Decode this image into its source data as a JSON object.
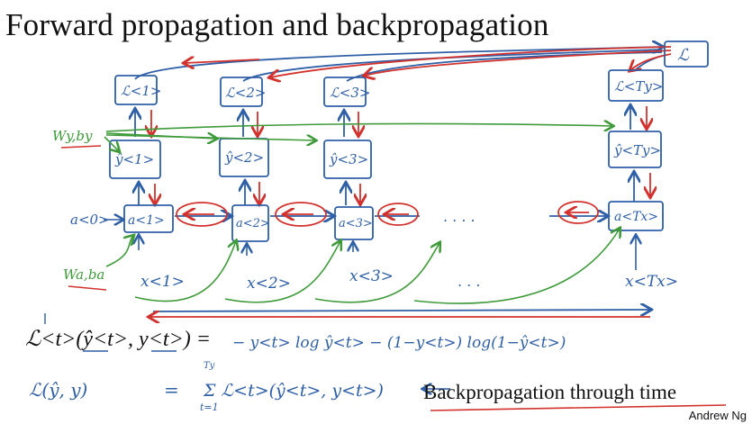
{
  "title": "Forward propagation and backpropagation",
  "credit": "Andrew Ng",
  "bptt_label": "Backpropagation through time",
  "typed_formula": "ℒ<t>(ŷ<t>, y<t>) =",
  "handwriting": {
    "loss_total": "ℒ",
    "losses": [
      "ℒ<1>",
      "ℒ<2>",
      "ℒ<3>",
      "ℒ<Ty>"
    ],
    "outputs": [
      "ŷ<1>",
      "ŷ<2>",
      "ŷ<3>",
      "ŷ<Ty>"
    ],
    "activations": [
      "a<1>",
      "a<2>",
      "a<3>",
      "a<Tx>"
    ],
    "inputs": [
      "x<1>",
      "x<2>",
      "x<3>",
      "x<Tx>"
    ],
    "a0": "a<0>",
    "wy": "Wy,by",
    "wa": "Wa,ba",
    "dots_mid": ". . . .",
    "dots_low": ". . .",
    "loss_rhs": "− y<t> log ŷ<t> − (1−y<t>) log(1−ŷ<t>)",
    "sum_lhs": "ℒ(ŷ, y)",
    "sum_eq": "=",
    "sum_rhs": "Σ ℒ<t>(ŷ<t>, y<t>)",
    "sum_top": "Ty",
    "sum_bottom": "t=1"
  },
  "colors": {
    "forward": "#2f5fa6",
    "backward": "#d2322d",
    "params": "#3f9a3a",
    "ink": "#111111"
  }
}
